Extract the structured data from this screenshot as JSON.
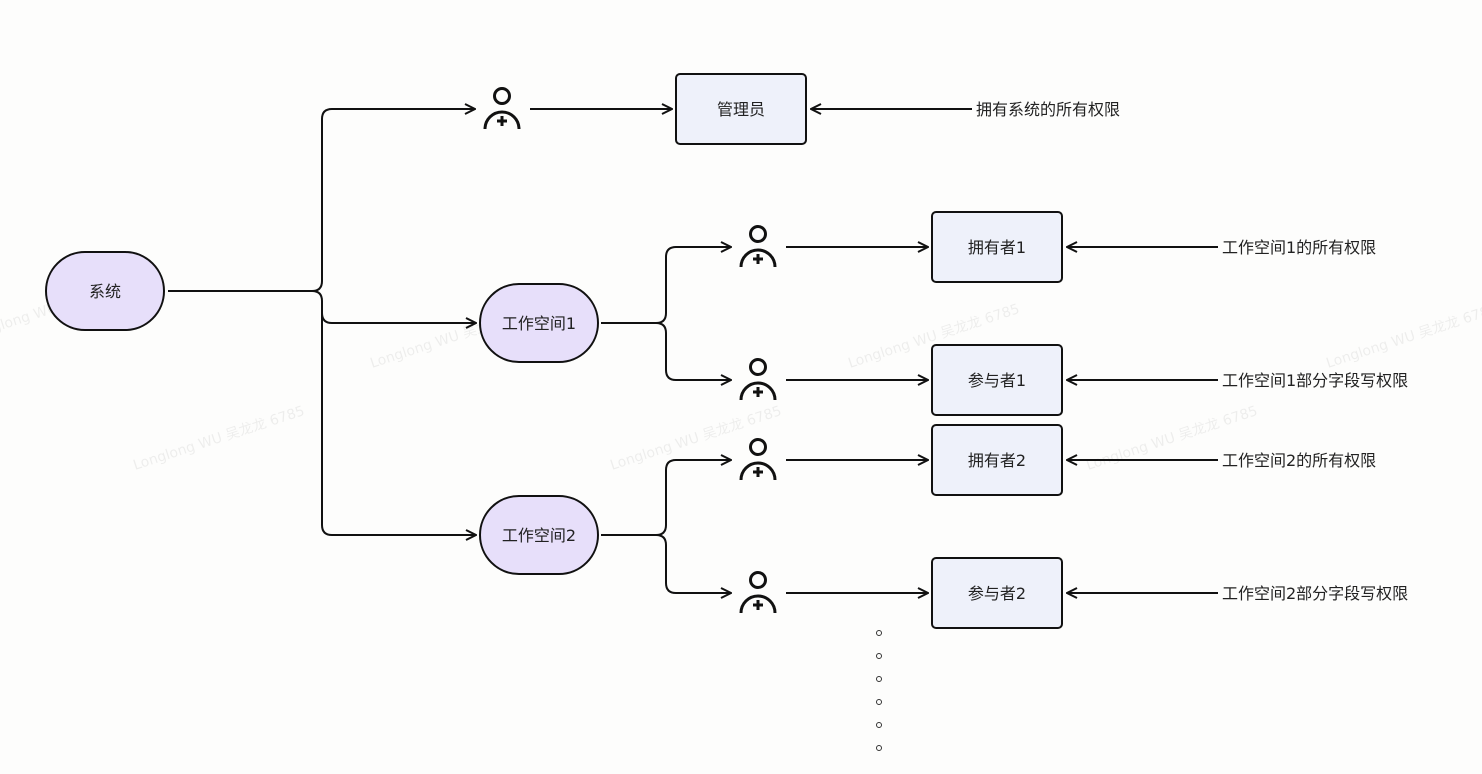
{
  "nodes": {
    "system": "系统",
    "workspace1": "工作空间1",
    "workspace2": "工作空间2",
    "admin": "管理员",
    "owner1": "拥有者1",
    "participant1": "参与者1",
    "owner2": "拥有者2",
    "participant2": "参与者2"
  },
  "descriptions": {
    "admin": "拥有系统的所有权限",
    "owner1": "工作空间1的所有权限",
    "participant1": "工作空间1部分字段写权限",
    "owner2": "工作空间2的所有权限",
    "participant2": "工作空间2部分字段写权限"
  },
  "watermark": "Longlong WU 吴龙龙 6785",
  "icons": {
    "role": "add-user-icon",
    "continuation": "dot-icon"
  },
  "colors": {
    "pill_fill": "#e7dffa",
    "box_fill": "#eef1fa",
    "stroke": "#111111"
  }
}
